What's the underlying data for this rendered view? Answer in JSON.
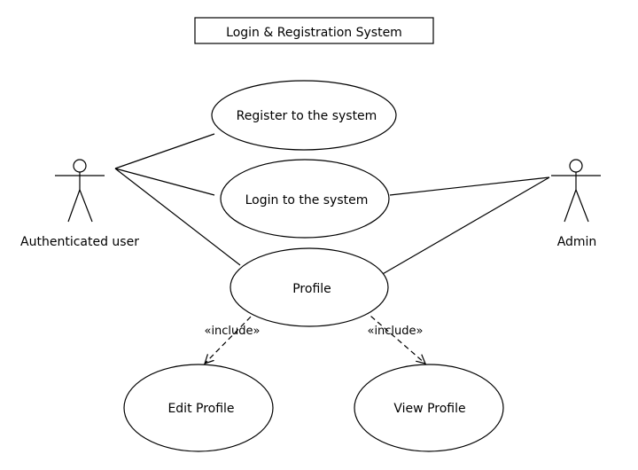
{
  "diagram": {
    "title": "Login & Registration System",
    "actors": {
      "authenticated_user": "Authenticated user",
      "admin": "Admin"
    },
    "use_cases": {
      "register": "Register to the system",
      "login": "Login to the system",
      "profile": "Profile",
      "edit_profile": "Edit Profile",
      "view_profile": "View Profile"
    },
    "relations": {
      "include_edit": "«include»",
      "include_view": "«include»"
    },
    "colors": {
      "stroke": "#000000",
      "background": "#ffffff"
    }
  }
}
